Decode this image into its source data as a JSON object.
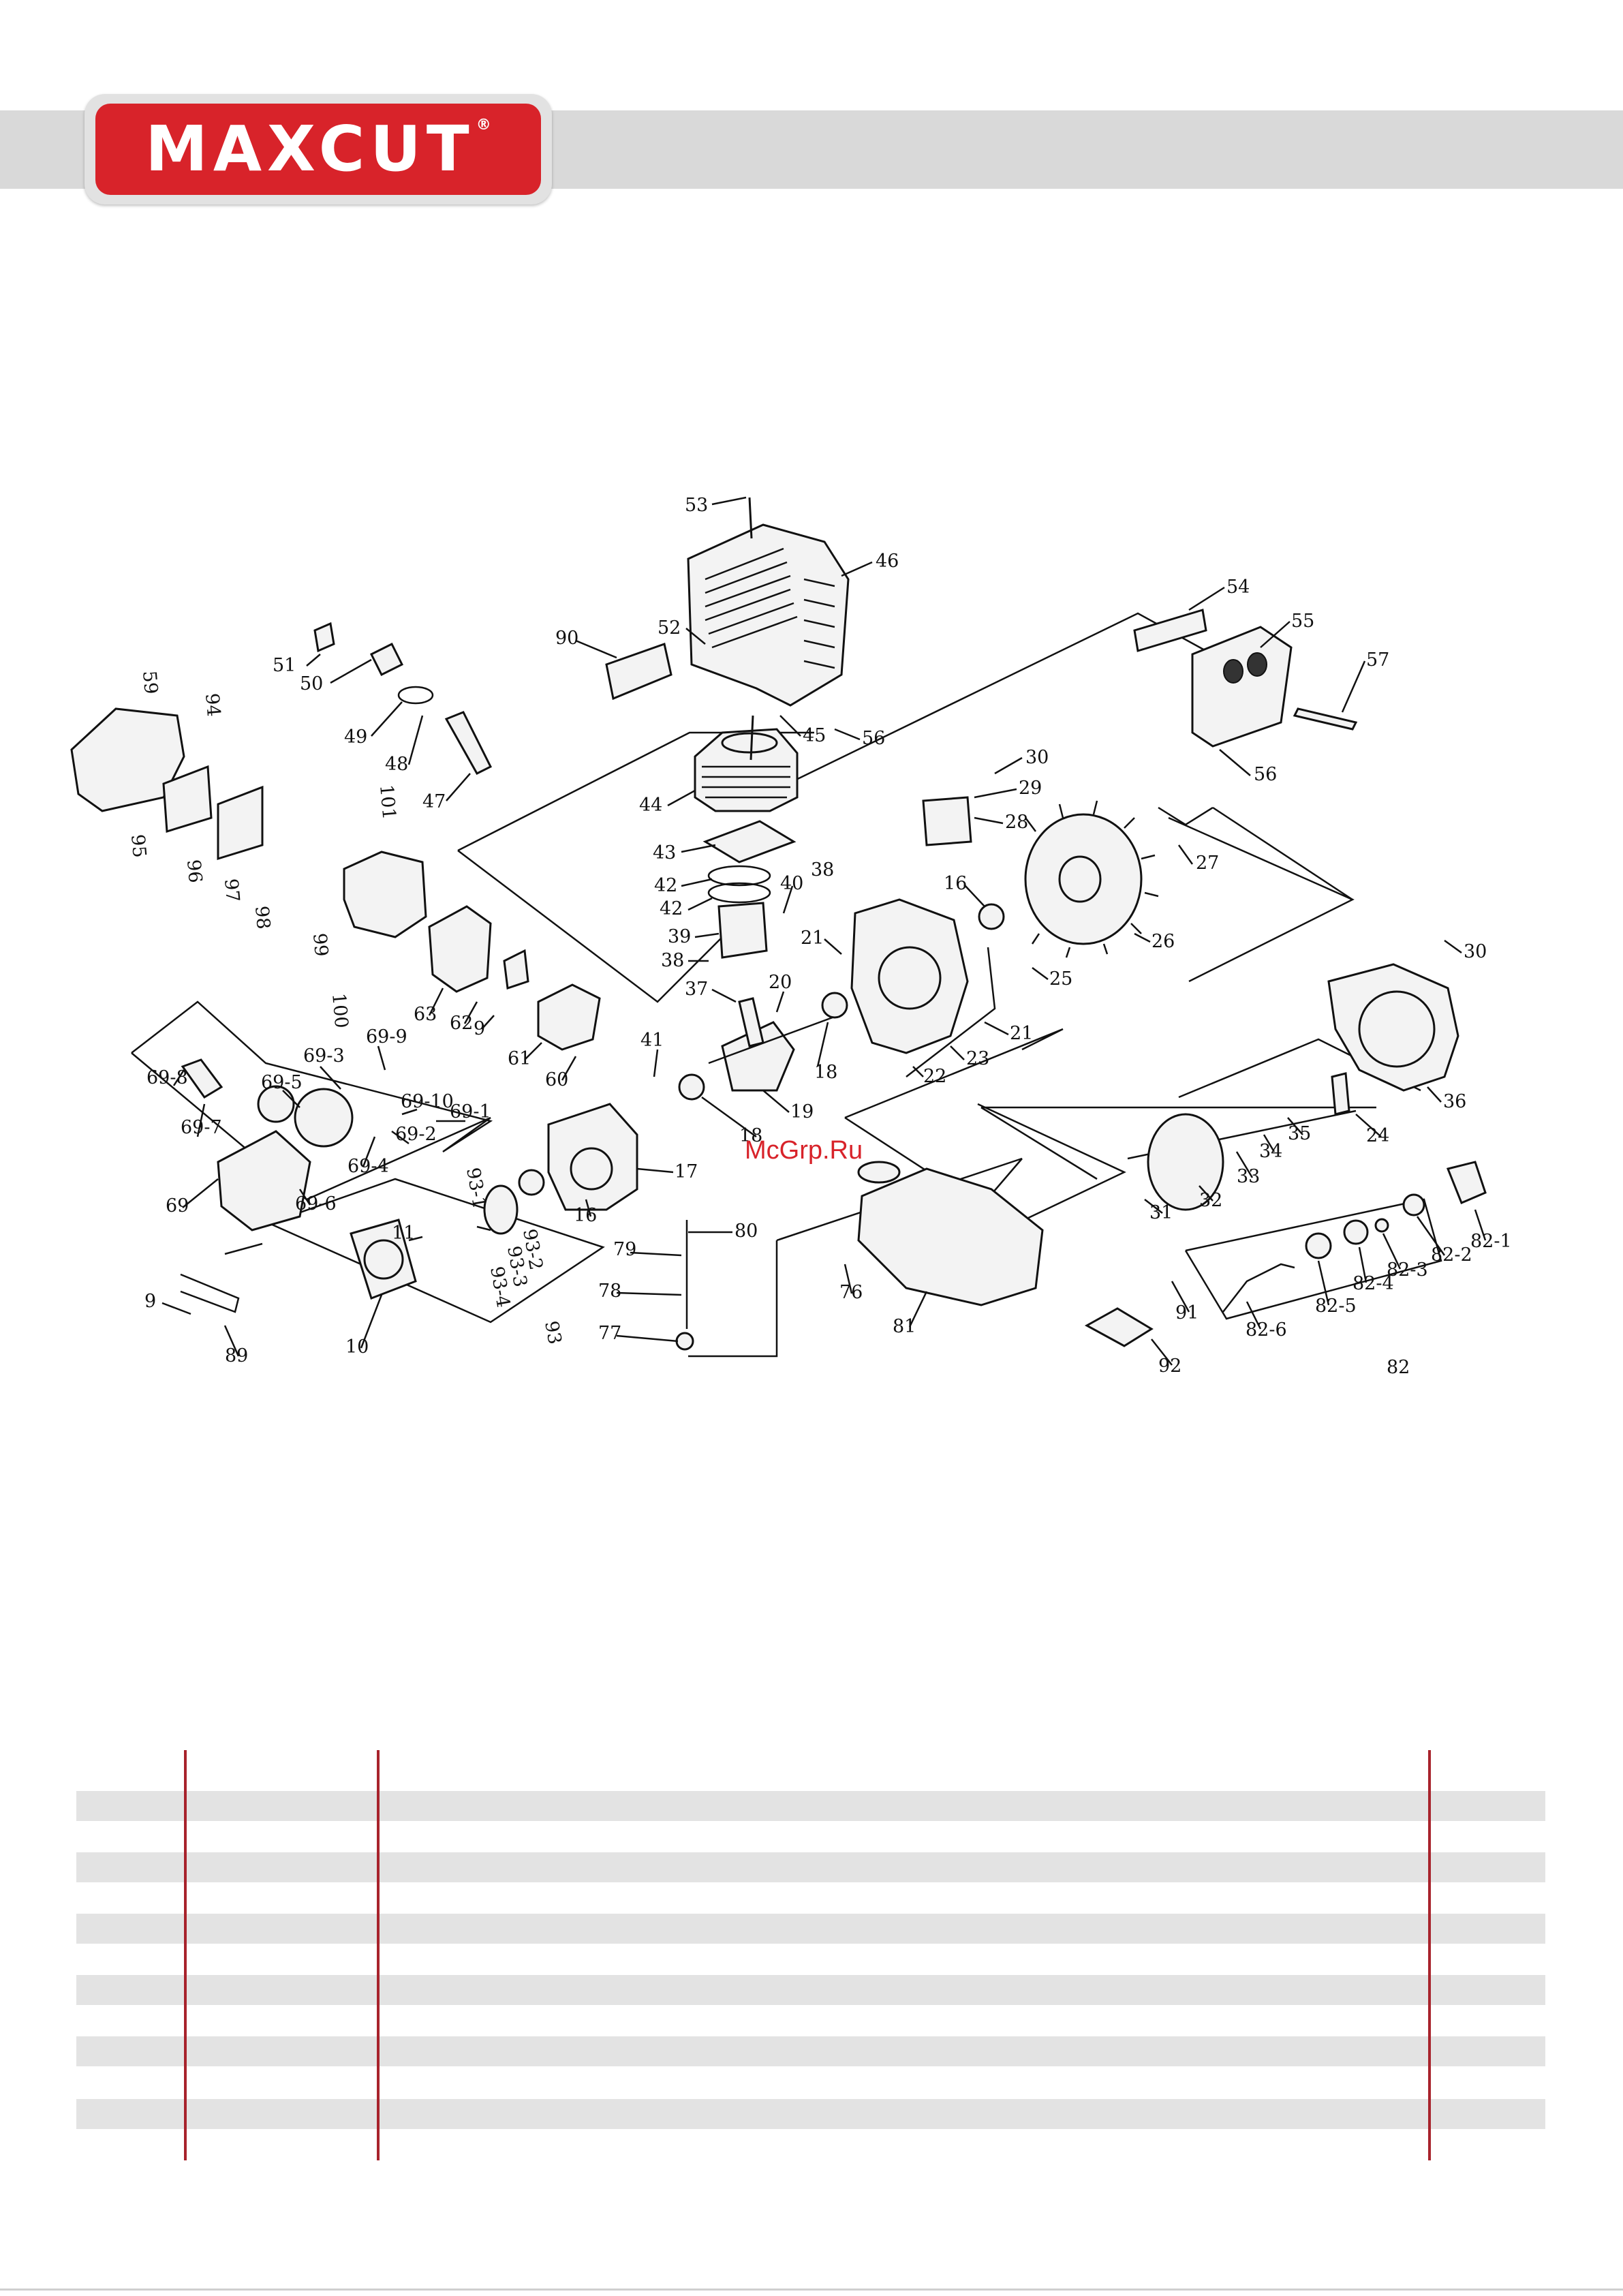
{
  "brand": {
    "logo_text": "MAXCUT",
    "registered_mark": "®",
    "colors": {
      "logo_red": "#d8232a",
      "band_gray": "#d9d9d9",
      "table_line": "#a8232c",
      "stripe_gray": "#e3e3e3"
    }
  },
  "watermark": "McGrp.Ru",
  "diagram": {
    "labels": {
      "l53": "53",
      "l46": "46",
      "l54": "54",
      "l55": "55",
      "l57": "57",
      "l90": "90",
      "l52": "52",
      "l51": "51",
      "l50": "50",
      "l49": "49",
      "l48": "48",
      "l47": "47",
      "l45": "45",
      "l56a": "56",
      "l56b": "56",
      "l59": "59",
      "l94": "94",
      "l95": "95",
      "l96": "96",
      "l97": "97",
      "l98": "98",
      "l99": "99",
      "l101": "101",
      "l100": "100",
      "l44": "44",
      "l43": "43",
      "l42a": "42",
      "l42b": "42",
      "l39": "39",
      "l38a": "38",
      "l38b": "38",
      "l40": "40",
      "l37": "37",
      "l20": "20",
      "l21a": "21",
      "l21b": "21",
      "l30a": "30",
      "l29": "29",
      "l28": "28",
      "l27": "27",
      "l26": "26",
      "l16a": "16",
      "l25": "25",
      "l30b": "30",
      "l36": "36",
      "l23": "23",
      "l22": "22",
      "l18a": "18",
      "l18b": "18",
      "l19": "19",
      "l41": "41",
      "l17": "17",
      "l16b": "16",
      "l63": "63",
      "l62": "62",
      "l9a": "9",
      "l61": "61",
      "l60": "60",
      "l69_9": "69-9",
      "l69_3": "69-3",
      "l69_8": "69-8",
      "l69_5": "69-5",
      "l69_10": "69-10",
      "l69_1": "69-1",
      "l69_7": "69-7",
      "l69_2": "69-2",
      "l69_4": "69-4",
      "l69_6": "69-6",
      "l69": "69",
      "l11": "11",
      "l93_1": "93-1",
      "l93_2": "93-2",
      "l93_3": "93-3",
      "l93_4": "93-4",
      "l93": "93",
      "l9b": "9",
      "l89": "89",
      "l10": "10",
      "l80": "80",
      "l79": "79",
      "l78": "78",
      "l77": "77",
      "l76": "76",
      "l81": "81",
      "l24": "24",
      "l35": "35",
      "l34": "34",
      "l33": "33",
      "l31": "31",
      "l32": "32",
      "l82_1": "82-1",
      "l82_2": "82-2",
      "l82_3": "82-3",
      "l82_4": "82-4",
      "l82_5": "82-5",
      "l82_6": "82-6",
      "l91": "91",
      "l92": "92",
      "l82": "82"
    }
  }
}
